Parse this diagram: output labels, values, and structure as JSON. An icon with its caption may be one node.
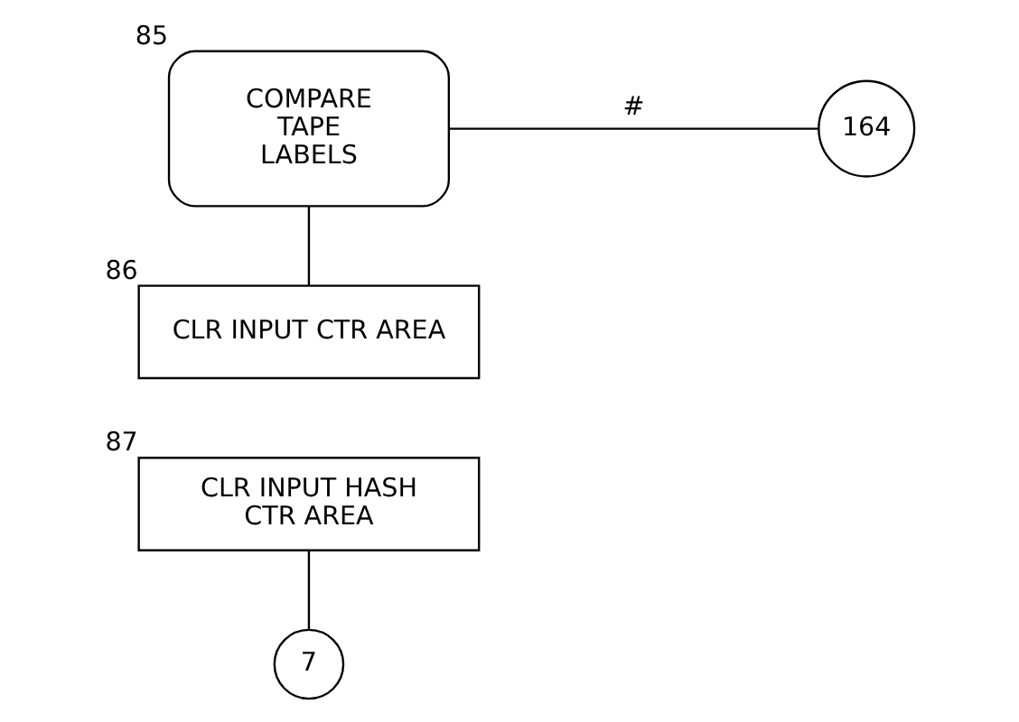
{
  "diagram": {
    "nodes": [
      {
        "text": [
          "COMPARE TAPE LABELS"
        ],
        "beside": [
          "85"
        ]
      },
      {
        "text": [
          "164"
        ]
      },
      {
        "text": [
          "CLR INPUT CTR AREA"
        ],
        "beside": [
          "86"
        ]
      },
      {
        "text": [
          "CLR INPUT HASH CTR AREA"
        ],
        "beside": [
          "87"
        ]
      },
      {
        "text": [
          "7"
        ]
      }
    ],
    "edges": [
      {
        "from": 0,
        "to": 1,
        "arrow": "none",
        "label": "#"
      },
      {
        "from": 0,
        "to": 2,
        "arrow": "none"
      },
      {
        "from": 3,
        "to": 4,
        "arrow": "none"
      }
    ]
  }
}
